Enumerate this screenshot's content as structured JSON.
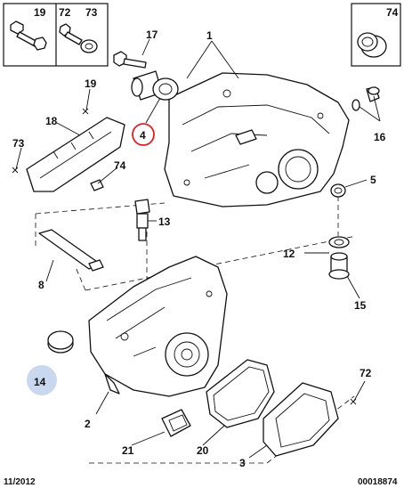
{
  "legend_box_left": {
    "labels": [
      "19",
      "72",
      "73"
    ]
  },
  "legend_box_right": {
    "labels": [
      "74"
    ]
  },
  "callouts": {
    "n1": "1",
    "n2": "2",
    "n3": "3",
    "n4": "4",
    "n5": "5",
    "n8": "8",
    "n12": "12",
    "n13": "13",
    "n14": "14",
    "n15": "15",
    "n16": "16",
    "n17": "17",
    "n18": "18",
    "n19": "19",
    "n20": "20",
    "n21": "21",
    "n72": "72",
    "n73": "73",
    "n74": "74"
  },
  "footer": {
    "date": "11/2012",
    "ref": "00018874"
  },
  "colors": {
    "highlight_circle": "#e02020",
    "highlight_blob": "#c9d8ef",
    "ink": "#111111"
  }
}
